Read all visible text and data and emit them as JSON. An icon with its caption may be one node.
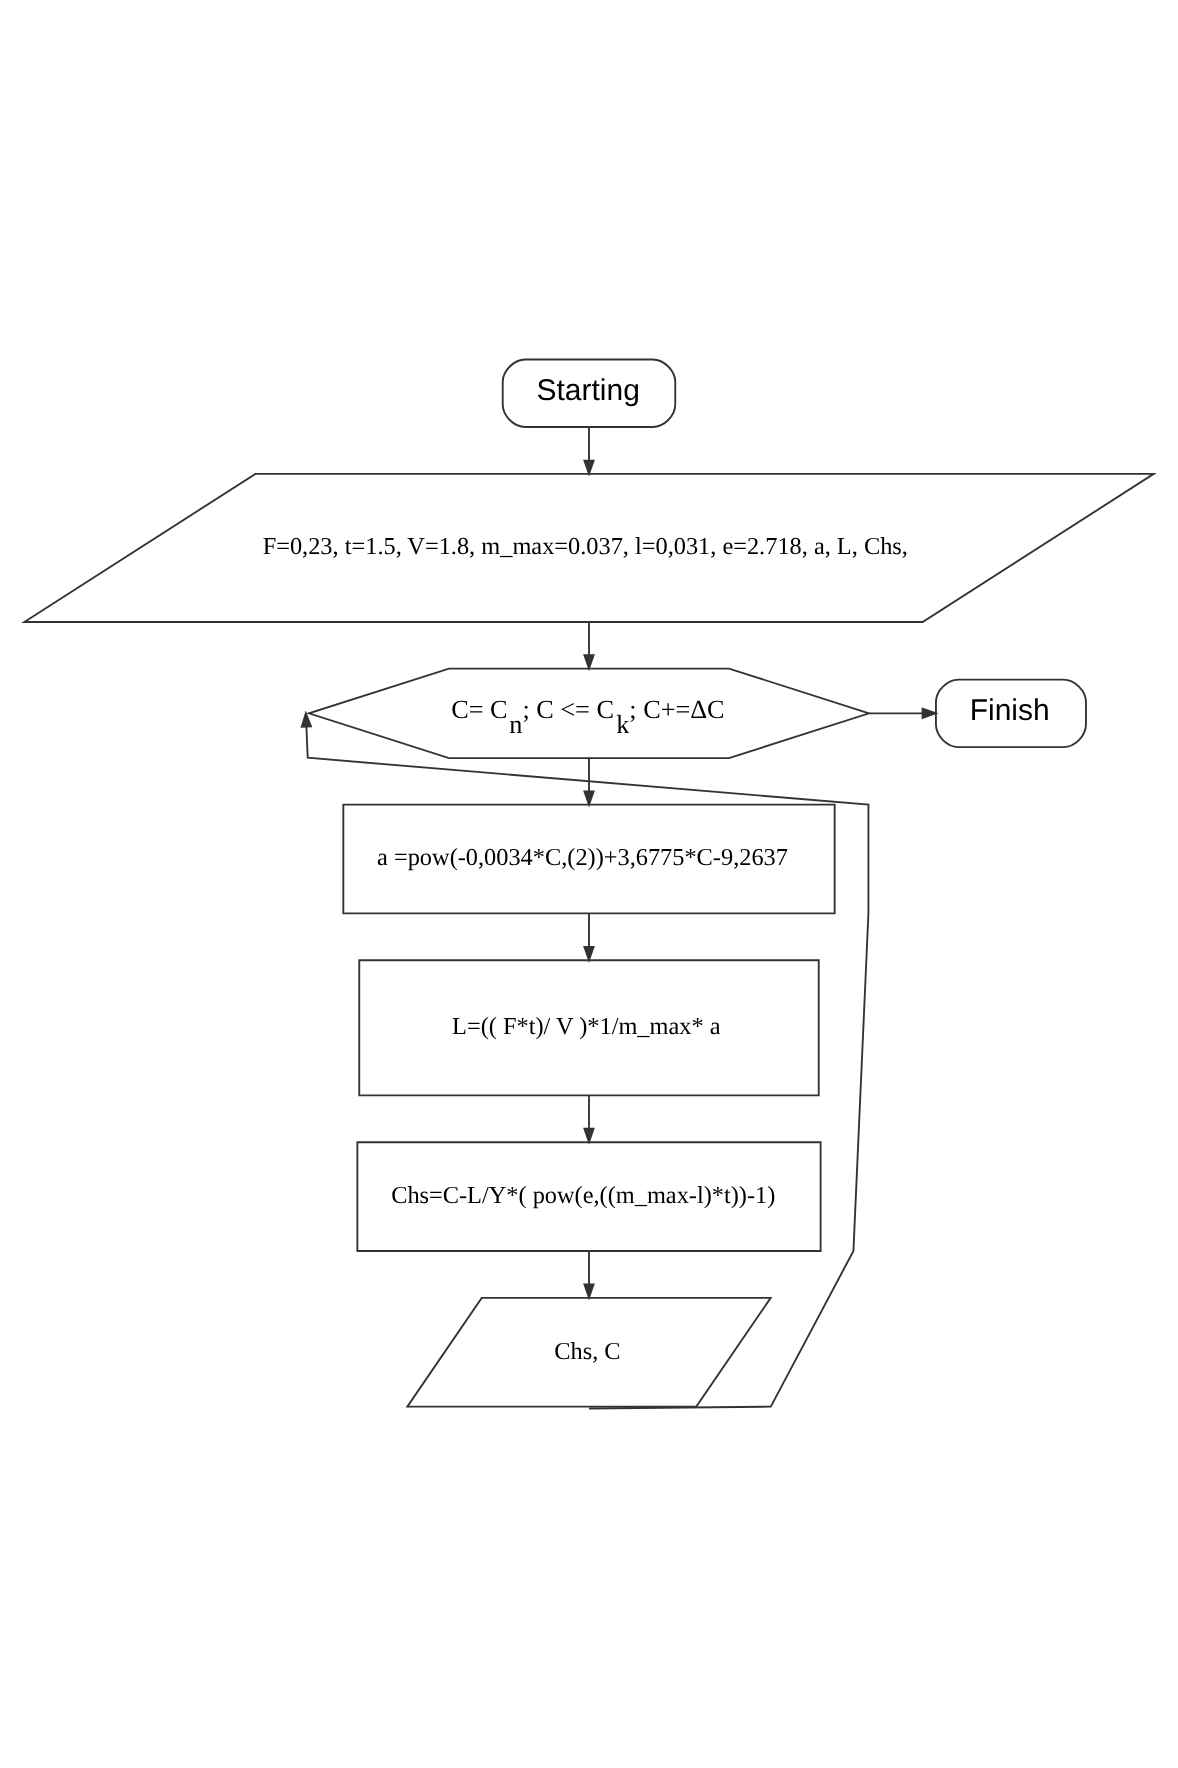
{
  "diagram": {
    "nodes": [
      {
        "text": [
          "Starting"
        ]
      },
      {
        "text": [
          "F=0,23, t=1.5, V=1.8, m_max=0.037, l=0,031, e=2.718, a, L, Chs,"
        ]
      },
      {
        "text": [
          "C= C$_{n}$; C <= C$_{k}$; C+=ΔC"
        ]
      },
      {
        "text": [
          "Finish"
        ]
      },
      {
        "text": [
          "a =pow(-0,0034*C,(2))+3,6775*C-9,2637"
        ]
      },
      {
        "text": [
          "L=(( F*t)/ V )*1/m_max* a"
        ]
      },
      {
        "text": [
          "Chs=C-L/Y*( pow(e,((m_max-l)*t))-1)"
        ]
      },
      {
        "text": [
          "Chs, C"
        ]
      }
    ],
    "edges": [
      {
        "from": 0,
        "to": 1,
        "arrow": "to"
      },
      {
        "from": 1,
        "to": 2,
        "arrow": "to"
      },
      {
        "from": 2,
        "to": 3,
        "arrow": "to"
      },
      {
        "from": 2,
        "to": 4,
        "arrow": "to"
      },
      {
        "from": 4,
        "to": 5,
        "arrow": "to"
      },
      {
        "from": 5,
        "to": 6,
        "arrow": "to"
      },
      {
        "from": 6,
        "to": 7,
        "arrow": "to"
      },
      {
        "from": 7,
        "to": 2,
        "arrow": "to"
      }
    ]
  }
}
